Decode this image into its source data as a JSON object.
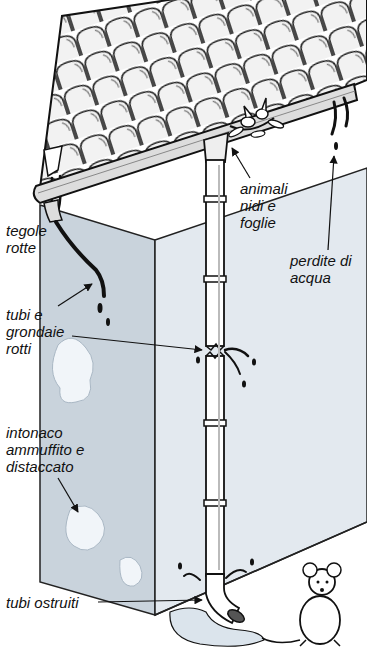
{
  "diagram": {
    "labels": [
      "tegole rotte",
      "animali nidi e foglie",
      "perdite di acqua",
      "tubi e grondaie rotti",
      "intonaco ammuffito e distaccato",
      "tubi ostruiti"
    ]
  }
}
